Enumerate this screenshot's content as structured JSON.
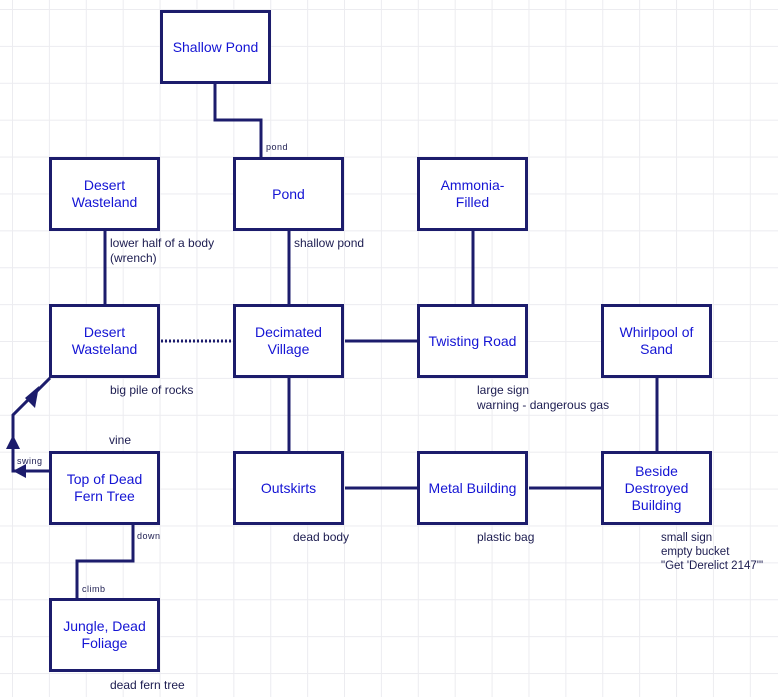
{
  "map_title": "",
  "rooms": [
    {
      "id": "shallow-pond",
      "label": "Shallow Pond"
    },
    {
      "id": "pond",
      "label": "Pond"
    },
    {
      "id": "desert-wasteland-north",
      "label": "Desert Wasteland"
    },
    {
      "id": "ammonia-filled",
      "label": "Ammonia-Filled"
    },
    {
      "id": "desert-wasteland",
      "label": "Desert Wasteland"
    },
    {
      "id": "decimated-village",
      "label": "Decimated Village"
    },
    {
      "id": "twisting-road",
      "label": "Twisting Road"
    },
    {
      "id": "whirlpool-of-sand",
      "label": "Whirlpool of Sand"
    },
    {
      "id": "top-of-dead-fern-tree",
      "label": "Top of Dead Fern Tree"
    },
    {
      "id": "outskirts",
      "label": "Outskirts"
    },
    {
      "id": "metal-building",
      "label": "Metal Building"
    },
    {
      "id": "beside-destroyed-building",
      "label": "Beside Destroyed Building"
    },
    {
      "id": "jungle-dead-foliage",
      "label": "Jungle, Dead Foliage"
    }
  ],
  "room_notes": {
    "desert_wasteland_north": "lower half of a body\n(wrench)",
    "pond": "shallow pond",
    "desert_wasteland": "big pile of rocks",
    "twisting_road": "large sign\nwarning - dangerous gas",
    "top_of_dead_fern_tree": "vine",
    "outskirts": "dead body",
    "metal_building": "plastic bag",
    "beside_destroyed_building": "small sign\nempty bucket\n\"Get 'Derelict 2147'\"",
    "jungle_dead_foliage": "dead fern tree"
  },
  "connections": [
    {
      "from": "shallow-pond",
      "to": "pond",
      "label_to": "pond",
      "style": "solid"
    },
    {
      "from": "desert-wasteland-north",
      "to": "desert-wasteland",
      "style": "solid"
    },
    {
      "from": "pond",
      "to": "decimated-village",
      "style": "solid"
    },
    {
      "from": "ammonia-filled",
      "to": "twisting-road",
      "style": "solid"
    },
    {
      "from": "desert-wasteland",
      "to": "decimated-village",
      "style": "dotted"
    },
    {
      "from": "decimated-village",
      "to": "twisting-road",
      "style": "solid"
    },
    {
      "from": "decimated-village",
      "to": "outskirts",
      "style": "solid"
    },
    {
      "from": "whirlpool-of-sand",
      "to": "beside-destroyed-building",
      "style": "solid"
    },
    {
      "from": "outskirts",
      "to": "metal-building",
      "style": "solid"
    },
    {
      "from": "metal-building",
      "to": "beside-destroyed-building",
      "style": "solid"
    },
    {
      "from": "top-of-dead-fern-tree",
      "to": "desert-wasteland",
      "label_from": "swing",
      "style": "one-way"
    },
    {
      "from": "top-of-dead-fern-tree",
      "to": "jungle-dead-foliage",
      "label_from": "down",
      "label_to": "climb",
      "style": "solid"
    }
  ],
  "edge_labels": {
    "pond": "pond",
    "swing": "swing",
    "down": "down",
    "climb": "climb"
  },
  "colors": {
    "border": "#1c1c6c",
    "room_text": "#1414d4",
    "note_text": "#1c1c50",
    "grid": "#ececf0"
  }
}
